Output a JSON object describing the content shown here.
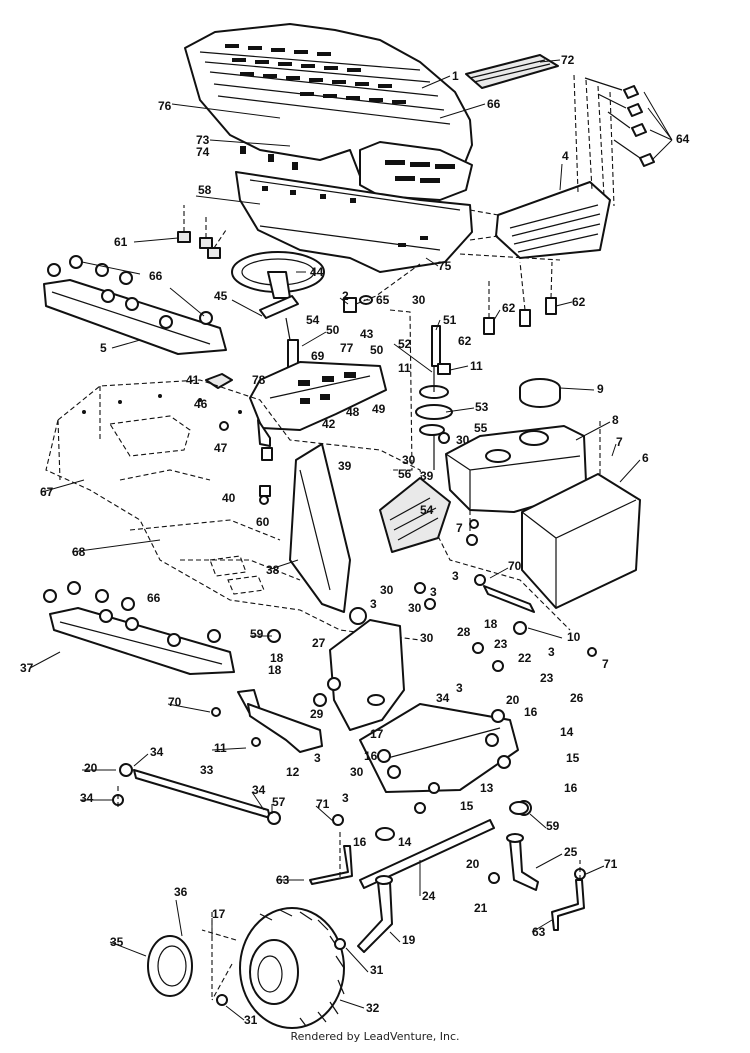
{
  "footer": {
    "credit": "Rendered by LeadVenture, Inc."
  },
  "callouts": {
    "n1": "1",
    "n2": "2",
    "n3": "3",
    "n4": "4",
    "n5": "5",
    "n6": "6",
    "n7": "7",
    "n8": "8",
    "n9": "9",
    "n10": "10",
    "n11": "11",
    "n12": "12",
    "n13": "13",
    "n14": "14",
    "n15": "15",
    "n16": "16",
    "n17": "17",
    "n18": "18",
    "n19": "19",
    "n20": "20",
    "n21": "21",
    "n22": "22",
    "n23": "23",
    "n24": "24",
    "n25": "25",
    "n26": "26",
    "n27": "27",
    "n28": "28",
    "n29": "29",
    "n30": "30",
    "n31": "31",
    "n32": "32",
    "n33": "33",
    "n34": "34",
    "n35": "35",
    "n36": "36",
    "n37": "37",
    "n38": "38",
    "n39": "39",
    "n40": "40",
    "n41": "41",
    "n42": "42",
    "n43": "43",
    "n44": "44",
    "n45": "45",
    "n46": "46",
    "n47": "47",
    "n48": "48",
    "n49": "49",
    "n50": "50",
    "n51": "51",
    "n52": "52",
    "n53": "53",
    "n54": "54",
    "n55": "55",
    "n56": "56",
    "n57": "57",
    "n58": "58",
    "n59": "59",
    "n60": "60",
    "n61": "61",
    "n62": "62",
    "n63": "63",
    "n64": "64",
    "n65": "65",
    "n66": "66",
    "n67": "67",
    "n68": "68",
    "n69": "69",
    "n70": "70",
    "n71": "71",
    "n72": "72",
    "n73": "73",
    "n74": "74",
    "n75": "75",
    "n76": "76",
    "n77": "77",
    "n78": "78"
  }
}
